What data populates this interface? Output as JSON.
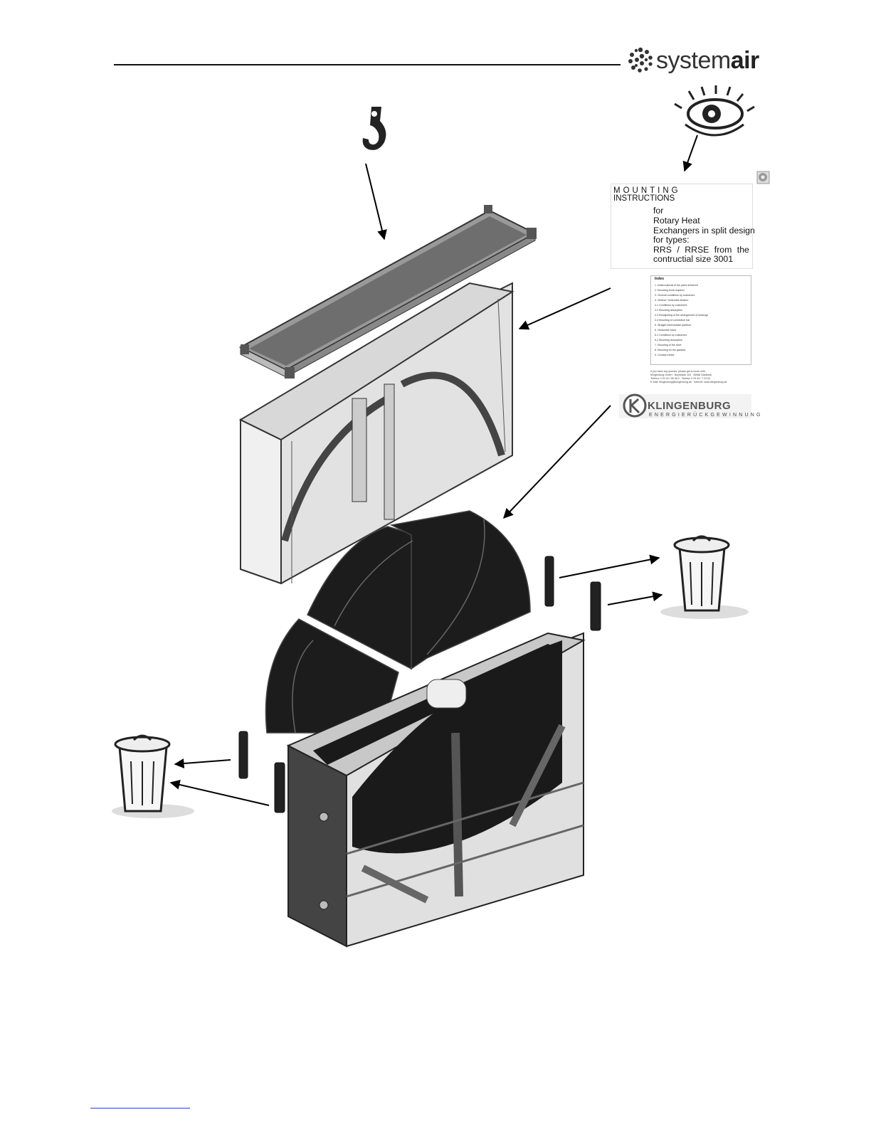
{
  "header": {
    "brand_regular": "system",
    "brand_bold": "air"
  },
  "cover": {
    "kicker": "MOUNTING",
    "heading": "INSTRUCTIONS",
    "lines": [
      "for",
      "Rotary Heat",
      "Exchangers in split design",
      "for types:",
      "RRS  /  RRSE  from  the",
      "contructial size 3001"
    ]
  },
  "index": {
    "title": "Index",
    "items": [
      "1.      Initial material of the parts delivered",
      "2.      Mounting tools required",
      "3.      General conditions by customers",
      "4.      Vertical / horizontal division",
      "4.1     Conditions by customers",
      "4.2     Mounting description",
      "4.3     Readjusting of the arrangement of bearings",
      "4.4     Mounting of connection bar",
      "5.      Straight intermediate partition",
      "6.      Horizontal rotors",
      "6.1     Conditions by customers",
      "6.2     Mounting description",
      "7.      Mounting of the drive",
      "8.      Mounting for the gaskets",
      "9.      Contact media"
    ],
    "contact": [
      "If you have any queries, please get in touch with:",
      "Klingenburg GmbH  ·  Boystraße 115  ·  45968 Gladbeck",
      "Telefon: 0 20 43 / 96 36-0  ·  Telefax: 0 20 43 / 7 23 62",
      "E-Mail: klingenburg@klingenburg.de  ·  Internet: www.klingenburg.de"
    ]
  },
  "brand": {
    "name": "KLINGENBURG",
    "sub": "ENERGIERÜCKGEWINNUNG"
  },
  "icons": {
    "logo": "systemair-logo-icon",
    "hook": "crane-hook-icon",
    "eye": "eye-icon",
    "trash": "trash-can-icon"
  }
}
